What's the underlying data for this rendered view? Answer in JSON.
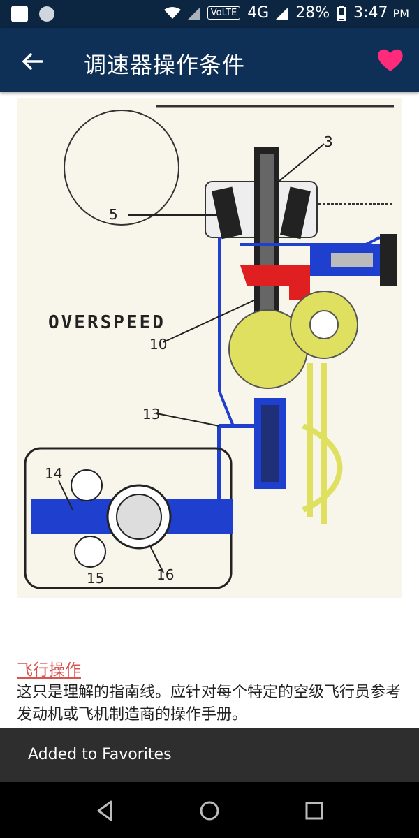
{
  "status_bar": {
    "network_label": "VoLTE",
    "network_type": "4G",
    "battery": "28%",
    "time": "3:47",
    "ampm": "PM"
  },
  "app_bar": {
    "title": "调速器操作条件",
    "icons": [
      "back-arrow-icon",
      "heart-icon"
    ],
    "heart_color": "#ff2a7a"
  },
  "diagram": {
    "labels": [
      "3",
      "5",
      "10",
      "13",
      "14",
      "15",
      "16",
      "OVERSPEED"
    ]
  },
  "content": {
    "section_title": "飞行操作",
    "body": "这只是理解的指南线。应针对每个特定的空级飞行员参考发动机或飞机制造商的操作手册。"
  },
  "snackbar": {
    "message": "Added to Favorites"
  },
  "nav_bar": {
    "icons": [
      "back-triangle-icon",
      "home-circle-icon",
      "recents-square-icon"
    ]
  }
}
